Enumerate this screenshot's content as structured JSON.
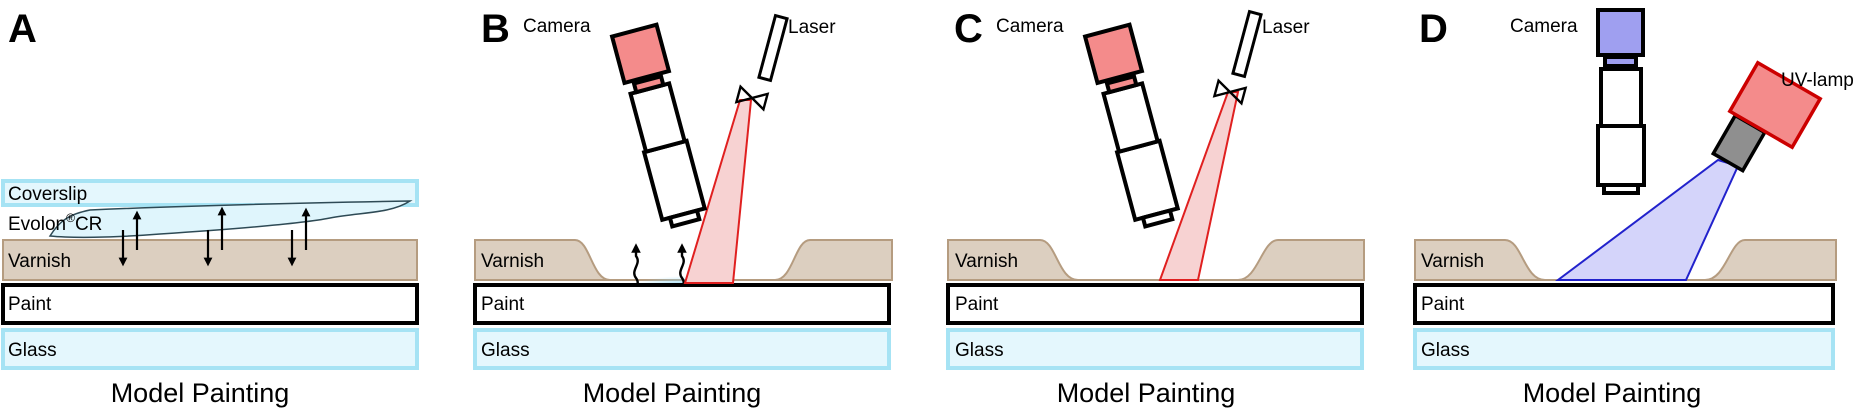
{
  "colors": {
    "glass_fill": "#e4f7fd",
    "glass_stroke": "#a6e3f4",
    "varnish_fill": "#dccfc0",
    "varnish_stroke": "#b59c80",
    "camera_red": "#f48b8b",
    "camera_blue": "#9f9ff0",
    "laser_beam": "#f7d2d2",
    "laser_stroke": "#e02020",
    "uv_light": "#d4d4fa",
    "uv_stroke": "#2222cc",
    "uv_lamp": "#f48b8b",
    "lamp_housing": "#8f8f8f"
  },
  "panels": [
    {
      "letter": "A",
      "caption": "Model Painting",
      "layers": {
        "coverslip": "Coverslip",
        "evolon": "Evolon",
        "evolon_superscript": "®",
        "evolon_suffix": "CR",
        "varnish": "Varnish",
        "paint": "Paint",
        "glass": "Glass"
      }
    },
    {
      "letter": "B",
      "caption": "Model Painting",
      "layers": {
        "varnish": "Varnish",
        "paint": "Paint",
        "glass": "Glass"
      },
      "camera_label": "Camera",
      "laser_label": "Laser"
    },
    {
      "letter": "C",
      "caption": "Model Painting",
      "layers": {
        "varnish": "Varnish",
        "paint": "Paint",
        "glass": "Glass"
      },
      "camera_label": "Camera",
      "laser_label": "Laser"
    },
    {
      "letter": "D",
      "caption": "Model Painting",
      "layers": {
        "varnish": "Varnish",
        "paint": "Paint",
        "glass": "Glass"
      },
      "camera_label": "Camera",
      "lamp_label": "UV-lamp"
    }
  ]
}
